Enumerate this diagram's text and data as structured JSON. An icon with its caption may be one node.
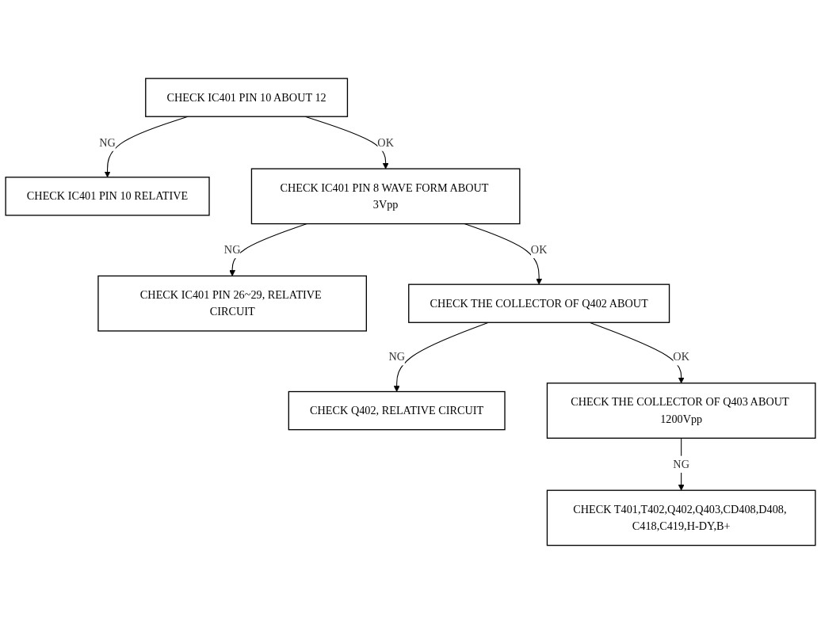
{
  "diagram": {
    "nodes": [
      {
        "text": [
          "CHECK IC401 PIN 10 ABOUT 12"
        ]
      },
      {
        "text": [
          "CHECK IC401 PIN 10 RELATIVE"
        ]
      },
      {
        "text": [
          "CHECK IC401 PIN 8 WAVE FORM ABOUT 3Vpp"
        ]
      },
      {
        "text": [
          "CHECK IC401 PIN 26~29, RELATIVE CIRCUIT"
        ]
      },
      {
        "text": [
          "CHECK THE COLLECTOR OF Q402 ABOUT"
        ]
      },
      {
        "text": [
          "CHECK Q402, RELATIVE CIRCUIT"
        ]
      },
      {
        "text": [
          "CHECK THE COLLECTOR OF Q403 ABOUT 1200Vpp"
        ]
      },
      {
        "text": [
          "CHECK T401,T402,Q402,Q403,CD408,D408, C418,C419,H-DY,B+"
        ]
      }
    ],
    "edges": [
      {
        "from": 0,
        "to": 1,
        "arrow": "to",
        "label": "NG"
      },
      {
        "from": 0,
        "to": 2,
        "arrow": "to",
        "label": "OK"
      },
      {
        "from": 2,
        "to": 3,
        "arrow": "to",
        "label": "NG"
      },
      {
        "from": 2,
        "to": 4,
        "arrow": "to",
        "label": "OK"
      },
      {
        "from": 4,
        "to": 5,
        "arrow": "to",
        "label": "NG"
      },
      {
        "from": 4,
        "to": 6,
        "arrow": "to",
        "label": "OK"
      },
      {
        "from": 6,
        "to": 7,
        "arrow": "to",
        "label": "NG"
      }
    ]
  }
}
